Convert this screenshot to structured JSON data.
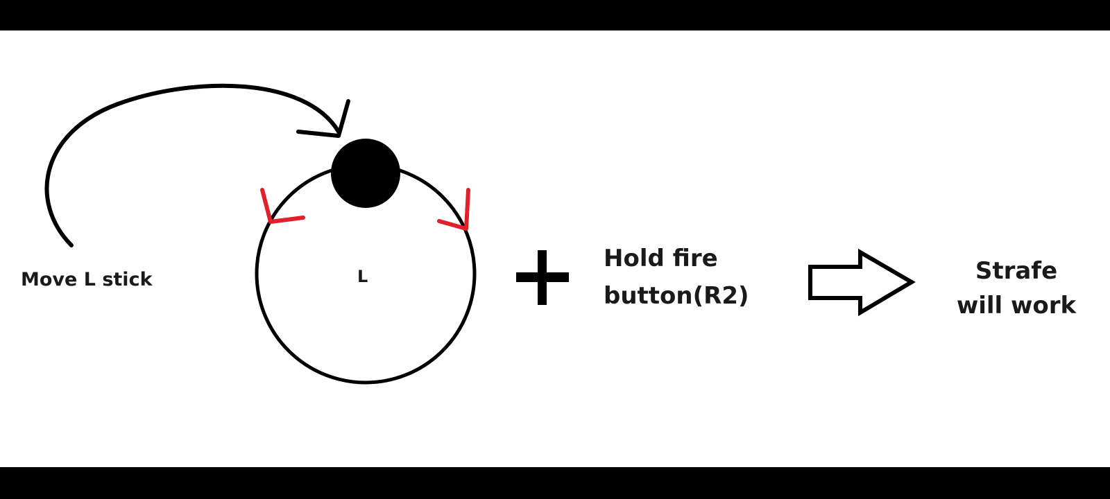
{
  "labels": {
    "move_stick": "Move L stick",
    "stick_letter": "L",
    "hold_line1": "Hold fire",
    "hold_line2": "button(R2)",
    "result_line1": "Strafe",
    "result_line2": "will work"
  },
  "colors": {
    "background": "#ffffff",
    "letterbox": "#000000",
    "ink": "#000000",
    "accent_arrows": "#e0202a"
  },
  "icons": {
    "plus": "plus-icon",
    "result_arrow": "outline-right-arrow-icon"
  }
}
